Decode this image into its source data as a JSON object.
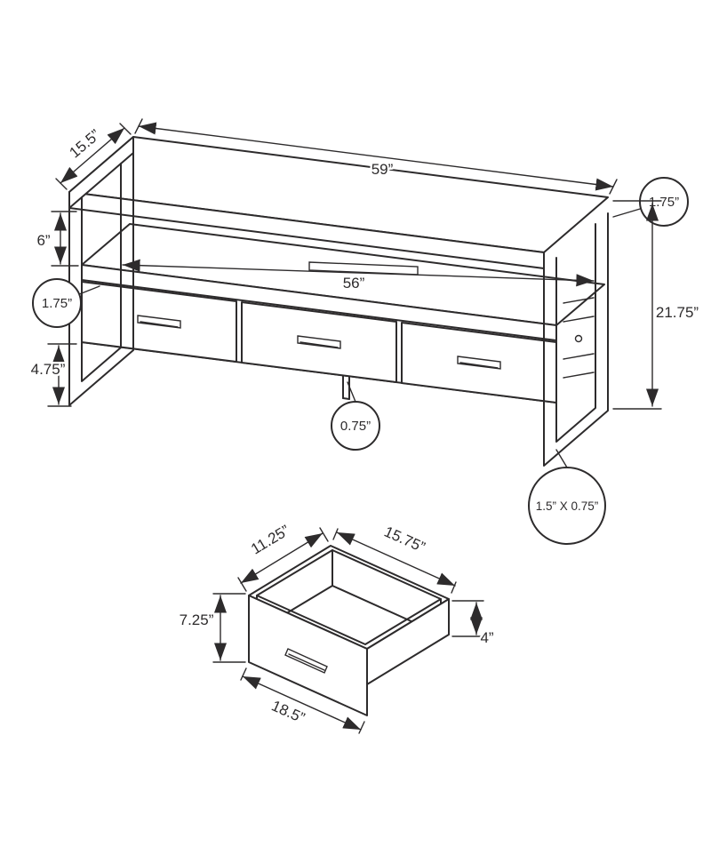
{
  "colors": {
    "line": "#2d2b2c",
    "background": "#ffffff"
  },
  "main_view": {
    "width": "59”",
    "depth": "15.5”",
    "opening_height": "6”",
    "top_thickness": "1.75”",
    "shelf_thickness": "1.75”",
    "shelf_width": "56”",
    "overall_height": "21.75”",
    "clearance_height": "4.75”",
    "foot_size": "0.75”",
    "frame_tube_size": "1.5” X 0.75”"
  },
  "drawer_view": {
    "inner_depth": "11.25”",
    "inner_width": "15.75”",
    "front_height": "7.25”",
    "side_height": "4”",
    "front_width": "18.5”"
  }
}
